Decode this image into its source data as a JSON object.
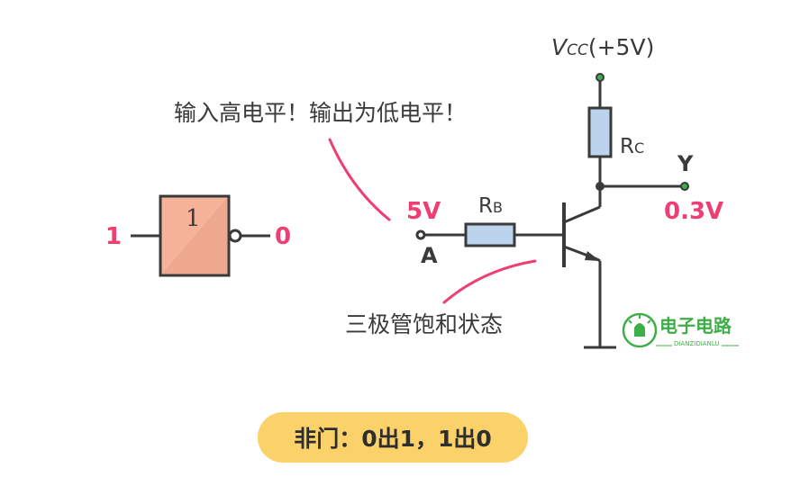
{
  "gate": {
    "symbol": "1",
    "input": "1",
    "output": "0"
  },
  "circuit": {
    "vcc_v": "V",
    "vcc_sub": "CC",
    "vcc_value": "(+5V)",
    "rc_r": "R",
    "rc_sub": "C",
    "rb_r": "R",
    "rb_sub": "B",
    "output_label": "Y",
    "input_label": "A",
    "input_voltage": "5V",
    "output_voltage": "0.3V"
  },
  "annotations": {
    "top": "输入高电平！输出为低电平！",
    "bottom": "三极管饱和状态"
  },
  "summary": "非门：0出1，1出0",
  "logo": {
    "text": "电子电路",
    "sub": "DIANZIDIANLU"
  },
  "colors": {
    "accent": "#ee3f72",
    "gate_fill": "#f6b39a",
    "resistor_fill": "#bcd3ee",
    "pill": "#fbd26a",
    "wire": "#3a3a3a",
    "logo": "#3fae49"
  }
}
